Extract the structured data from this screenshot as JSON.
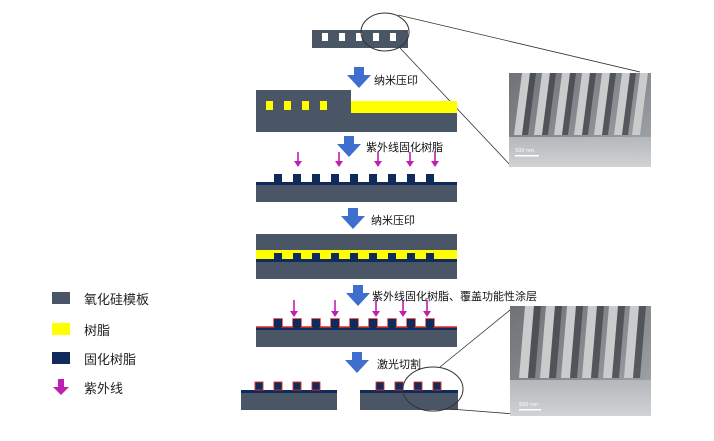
{
  "colors": {
    "template": "#4a5566",
    "resin": "#ffff00",
    "cured_resin": "#102a5c",
    "uv": "#c020b0",
    "process_arrow": "#3f6fce",
    "coating": "#e03020",
    "line": "#333333"
  },
  "steps": [
    {
      "label": "纳米压印"
    },
    {
      "label": "紫外线固化树脂"
    },
    {
      "label": "纳米压印"
    },
    {
      "label": "紫外线固化树脂、覆盖功能性涂层"
    },
    {
      "label": "激光切割"
    }
  ],
  "legend": [
    {
      "label": "氧化硅模板",
      "color_key": "template"
    },
    {
      "label": "树脂",
      "color_key": "resin"
    },
    {
      "label": "固化树脂",
      "color_key": "cured_resin"
    },
    {
      "label": "紫外线",
      "color_key": "uv",
      "icon": "down-arrow-icon"
    }
  ],
  "sem_images": [
    {
      "scale_bar": "500 nm"
    },
    {
      "scale_bar": "500 nm"
    }
  ]
}
